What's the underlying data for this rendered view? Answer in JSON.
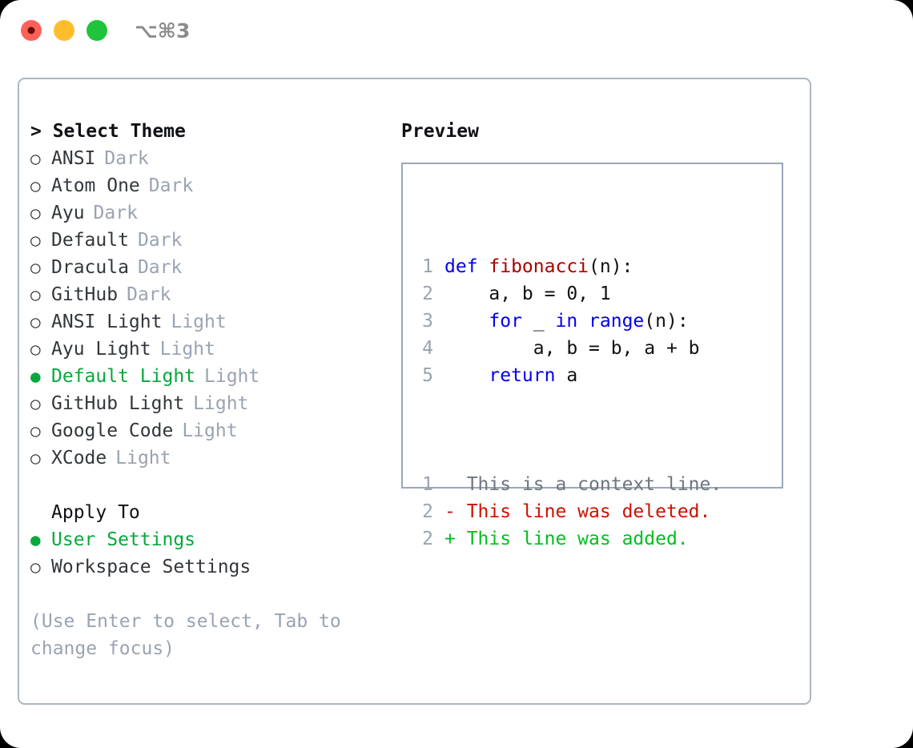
{
  "titlebar": {
    "shortcut": "⌥⌘3",
    "buttons": [
      {
        "name": "close",
        "color": "#ff6159"
      },
      {
        "name": "minimize",
        "color": "#ffbd2e"
      },
      {
        "name": "maximize",
        "color": "#1fc43c"
      }
    ]
  },
  "colors": {
    "selected_green": "#07a83c",
    "muted_gray": "#9aa3b2",
    "text": "#33373d",
    "keyword_blue": "#0000ee",
    "function_red": "#aa0000",
    "diff_add_green": "#00bf1f",
    "diff_del_red": "#cc1100",
    "panel_border": "#aeb6c2",
    "preview_border": "#9ba7b8"
  },
  "theme_picker": {
    "header": "> Select Theme",
    "bullet_selected": "●",
    "bullet_unselected": "○",
    "items": [
      {
        "label": "ANSI",
        "tag": "Dark",
        "selected": false
      },
      {
        "label": "Atom One",
        "tag": "Dark",
        "selected": false
      },
      {
        "label": "Ayu",
        "tag": "Dark",
        "selected": false
      },
      {
        "label": "Default",
        "tag": "Dark",
        "selected": false
      },
      {
        "label": "Dracula",
        "tag": "Dark",
        "selected": false
      },
      {
        "label": "GitHub",
        "tag": "Dark",
        "selected": false
      },
      {
        "label": "ANSI Light",
        "tag": "Light",
        "selected": false
      },
      {
        "label": "Ayu Light",
        "tag": "Light",
        "selected": false
      },
      {
        "label": "Default Light",
        "tag": "Light",
        "selected": true
      },
      {
        "label": "GitHub Light",
        "tag": "Light",
        "selected": false
      },
      {
        "label": "Google Code",
        "tag": "Light",
        "selected": false
      },
      {
        "label": "XCode",
        "tag": "Light",
        "selected": false
      }
    ]
  },
  "apply_to": {
    "header": "Apply To",
    "items": [
      {
        "label": "User Settings",
        "selected": true
      },
      {
        "label": "Workspace Settings",
        "selected": false
      }
    ]
  },
  "hint": "(Use Enter to select, Tab to change focus)",
  "preview": {
    "header": "Preview",
    "code_lines": [
      {
        "num": "1",
        "tokens": [
          {
            "t": "def ",
            "c": "kw"
          },
          {
            "t": "fibonacci",
            "c": "fn"
          },
          {
            "t": "(n):",
            "c": "pl"
          }
        ]
      },
      {
        "num": "2",
        "tokens": [
          {
            "t": "    a, b = 0, 1",
            "c": "pl"
          }
        ]
      },
      {
        "num": "3",
        "tokens": [
          {
            "t": "    ",
            "c": "pl"
          },
          {
            "t": "for",
            "c": "kw"
          },
          {
            "t": " _ ",
            "c": "pl"
          },
          {
            "t": "in",
            "c": "kw"
          },
          {
            "t": " ",
            "c": "pl"
          },
          {
            "t": "range",
            "c": "kw"
          },
          {
            "t": "(n):",
            "c": "pl"
          }
        ]
      },
      {
        "num": "4",
        "tokens": [
          {
            "t": "        a, b = b, a + b",
            "c": "pl"
          }
        ]
      },
      {
        "num": "5",
        "tokens": [
          {
            "t": "    ",
            "c": "pl"
          },
          {
            "t": "return",
            "c": "kw"
          },
          {
            "t": " a",
            "c": "pl"
          }
        ]
      }
    ],
    "diff_lines": [
      {
        "num": "1",
        "marker": " ",
        "text": " This is a context line.",
        "kind": "ctx"
      },
      {
        "num": "2",
        "marker": "-",
        "text": " This line was deleted.",
        "kind": "del"
      },
      {
        "num": "2",
        "marker": "+",
        "text": " This line was added.",
        "kind": "add"
      }
    ]
  }
}
